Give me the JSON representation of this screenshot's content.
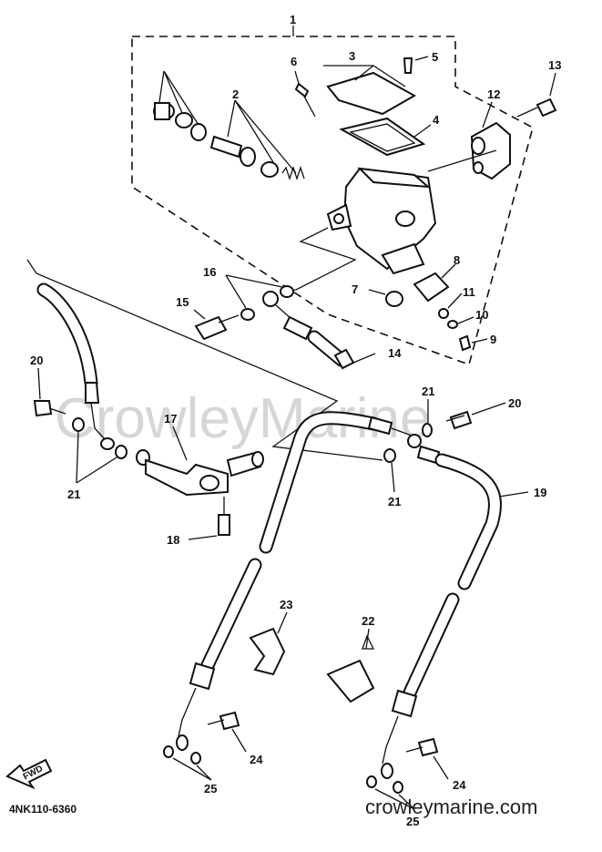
{
  "diagram_code": "4NK110-6360",
  "watermark": "CrowleyMarine",
  "site_text": "crowleymarine.com",
  "fwd_label": "FWD",
  "callouts": {
    "c1": "1",
    "c2": "2",
    "c3": "3",
    "c4": "4",
    "c5": "5",
    "c6": "6",
    "c7": "7",
    "c8": "8",
    "c9": "9",
    "c10": "10",
    "c11": "11",
    "c12": "12",
    "c13": "13",
    "c14": "14",
    "c15": "15",
    "c16": "16",
    "c17": "17",
    "c18": "18",
    "c19": "19",
    "c20a": "20",
    "c20b": "20",
    "c21a": "21",
    "c21b": "21",
    "c21c": "21",
    "c22": "22",
    "c23": "23",
    "c24a": "24",
    "c24b": "24",
    "c25a": "25",
    "c25b": "25"
  }
}
